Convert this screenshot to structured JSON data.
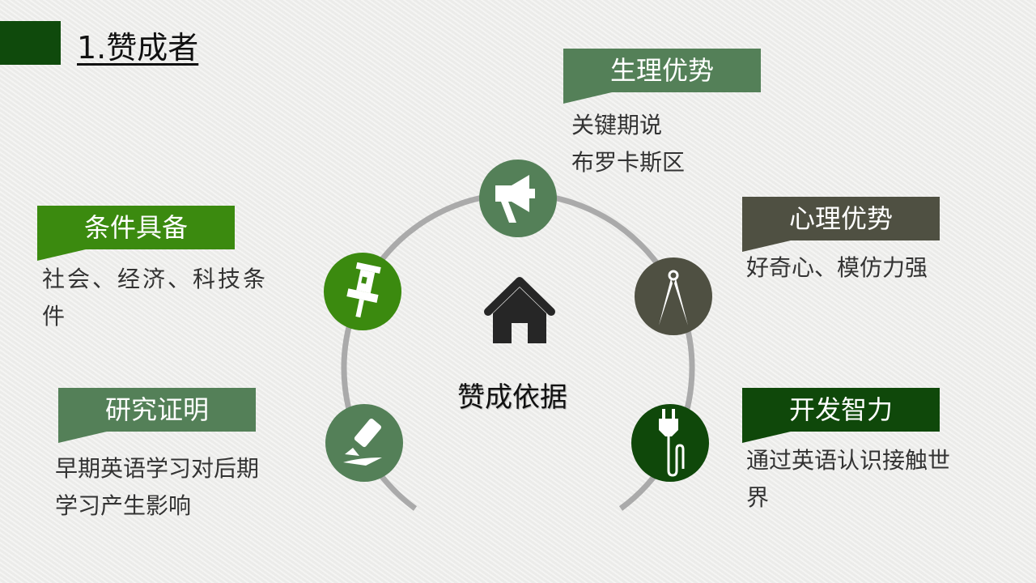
{
  "title": "1.赞成者",
  "center": {
    "label": "赞成依据",
    "icon": "house-icon"
  },
  "items": [
    {
      "label": "生理优势",
      "lines": [
        "关键期说",
        "布罗卡斯区"
      ],
      "color": "#548058",
      "icon": "megaphone-icon"
    },
    {
      "label": "心理优势",
      "lines": [
        "好奇心、模仿力强"
      ],
      "color": "#4f5042",
      "icon": "compass-icon"
    },
    {
      "label": "开发智力",
      "lines": [
        "通过英语认识接触世",
        "界"
      ],
      "color": "#0f480a",
      "icon": "plug-icon"
    },
    {
      "label": "条件具备",
      "lines": [
        "社会、经济、科技条",
        "件"
      ],
      "color": "#3b8a0f",
      "icon": "pushpin-icon"
    },
    {
      "label": "研究证明",
      "lines": [
        "早期英语学习对后期",
        "学习产生影响"
      ],
      "color": "#548058",
      "icon": "pencil-icon"
    }
  ]
}
